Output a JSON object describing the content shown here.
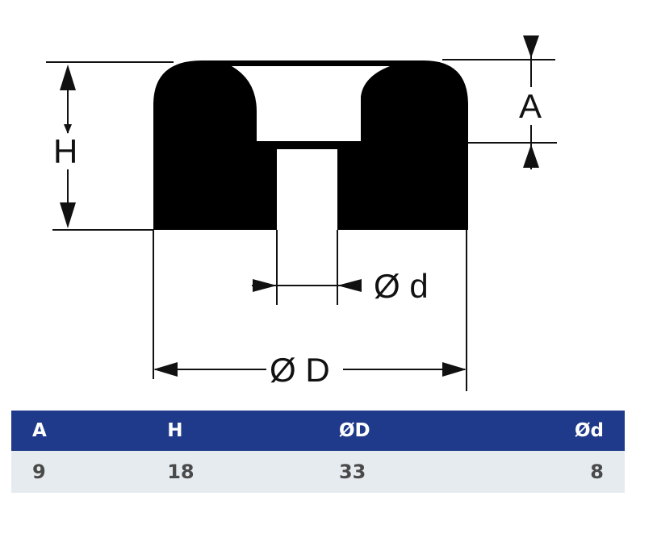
{
  "diagram": {
    "labels": {
      "height": "H",
      "top_depth": "A",
      "inner_diameter": "Ø d",
      "outer_diameter": "Ø D"
    }
  },
  "table": {
    "colors": {
      "header_bg": "#1f3a8a",
      "row_bg": "#e6ebf0"
    },
    "headers": [
      "A",
      "H",
      "ØD",
      "Ød"
    ],
    "rows": [
      [
        "9",
        "18",
        "33",
        "8"
      ]
    ]
  }
}
